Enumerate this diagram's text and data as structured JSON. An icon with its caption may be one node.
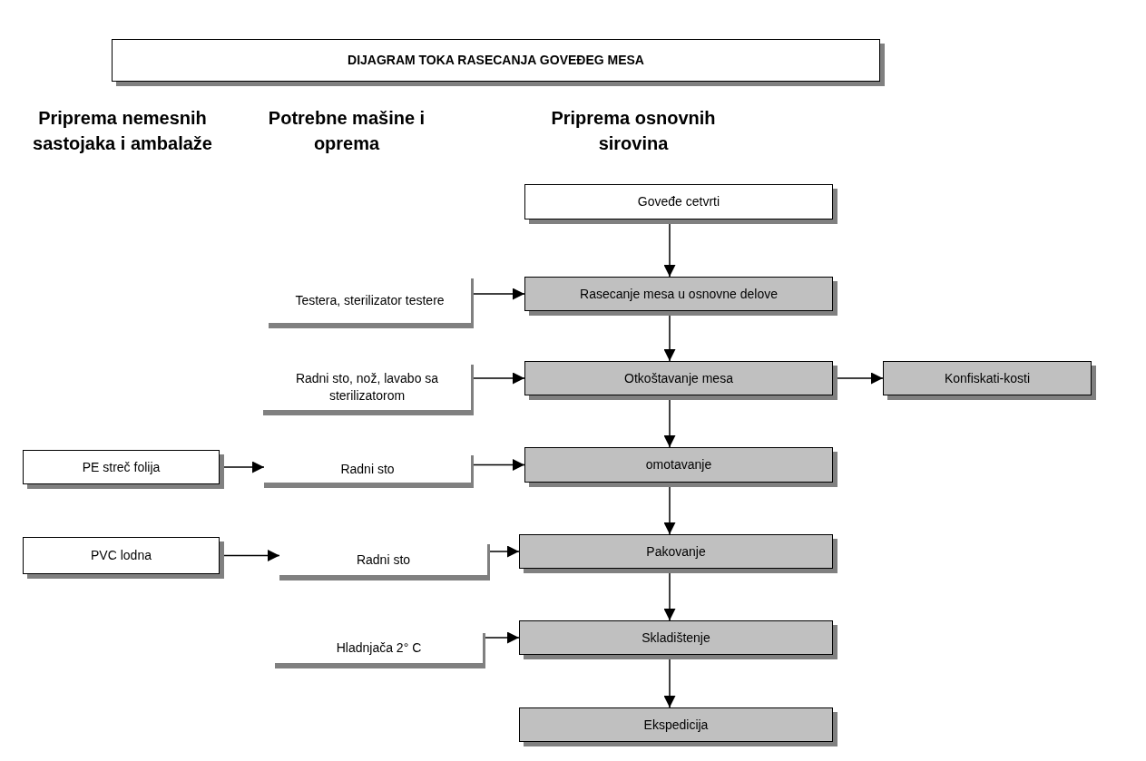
{
  "diagram": {
    "title": "DIJAGRAM TOKA RASECANJA GOVEĐEG MESA",
    "nodes": [
      {
        "text": [
          "Goveđe cetvrti"
        ]
      },
      {
        "text": [
          "Rasecanje mesa u osnovne delove"
        ]
      },
      {
        "text": [
          "Otkoštavanje mesa"
        ]
      },
      {
        "text": [
          "Konfiskati-kosti"
        ]
      },
      {
        "text": [
          "omotavanje"
        ]
      },
      {
        "text": [
          "Pakovanje"
        ]
      },
      {
        "text": [
          "Skladištenje"
        ]
      },
      {
        "text": [
          "Ekspedicija"
        ]
      },
      {
        "text": [
          "Testera, sterilizator testere"
        ]
      },
      {
        "text": [
          "Radni sto, nož, lavabo sa sterilizatorom"
        ]
      },
      {
        "text": [
          "PE streč folija"
        ]
      },
      {
        "text": [
          "Radni sto"
        ]
      },
      {
        "text": [
          "PVC lodna"
        ]
      },
      {
        "text": [
          "Radni sto"
        ]
      },
      {
        "text": [
          "Hladnjača 2° C"
        ]
      }
    ],
    "edges": [
      {
        "from": 0,
        "to": 1,
        "arrow": "to"
      },
      {
        "from": 1,
        "to": 2,
        "arrow": "to"
      },
      {
        "from": 2,
        "to": 3,
        "arrow": "to"
      },
      {
        "from": 2,
        "to": 4,
        "arrow": "to"
      },
      {
        "from": 4,
        "to": 5,
        "arrow": "to"
      },
      {
        "from": 5,
        "to": 6,
        "arrow": "to"
      },
      {
        "from": 6,
        "to": 7,
        "arrow": "to"
      },
      {
        "from": 8,
        "to": 1,
        "arrow": "to"
      },
      {
        "from": 9,
        "to": 2,
        "arrow": "to"
      },
      {
        "from": 10,
        "to": 11,
        "arrow": "to"
      },
      {
        "from": 11,
        "to": 4,
        "arrow": "to"
      },
      {
        "from": 12,
        "to": 13,
        "arrow": "to"
      },
      {
        "from": 13,
        "to": 5,
        "arrow": "to"
      },
      {
        "from": 14,
        "to": 6,
        "arrow": "to"
      }
    ],
    "labels": [
      "Priprema nemesnih sastojaka i ambalaže",
      "Potrebne mašine i oprema",
      "Priprema osnovnih sirovina"
    ]
  }
}
